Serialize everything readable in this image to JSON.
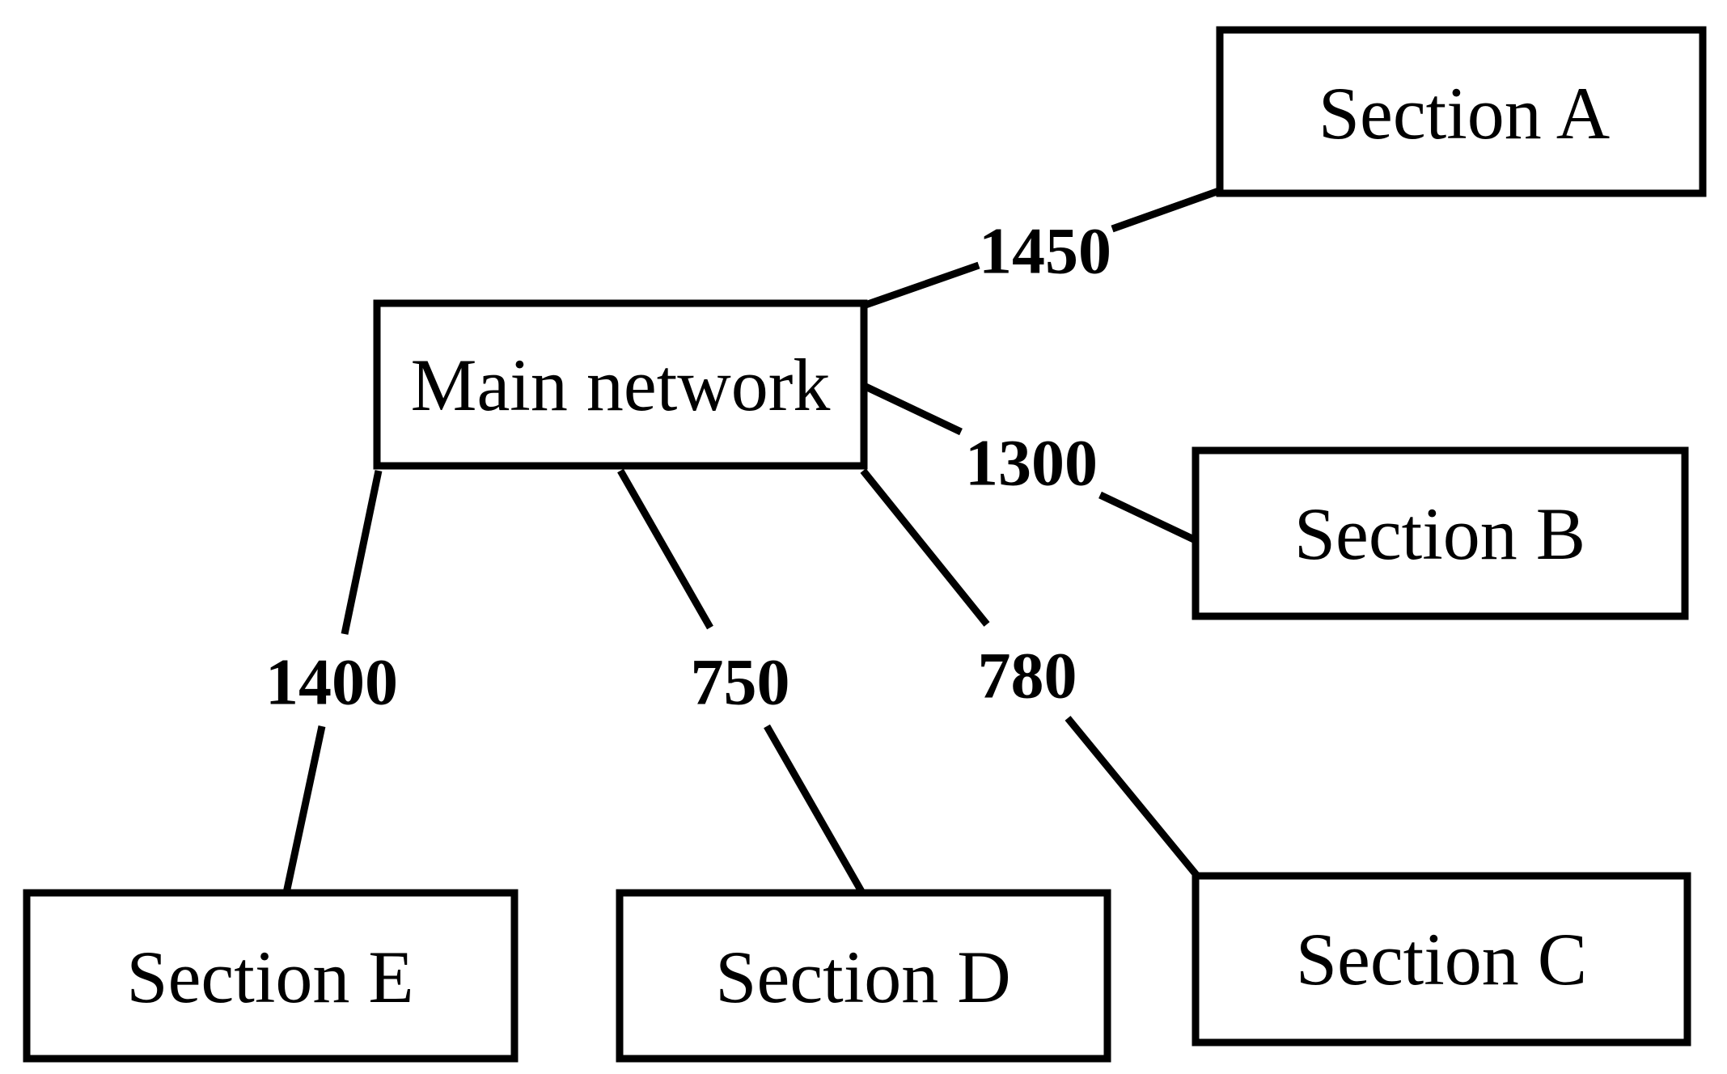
{
  "diagram": {
    "nodes": {
      "main": {
        "label": "Main network"
      },
      "a": {
        "label": "Section A"
      },
      "b": {
        "label": "Section B"
      },
      "c": {
        "label": "Section C"
      },
      "d": {
        "label": "Section D"
      },
      "e": {
        "label": "Section E"
      }
    },
    "edges": [
      {
        "from": "main",
        "to": "a",
        "label": "1450"
      },
      {
        "from": "main",
        "to": "b",
        "label": "1300"
      },
      {
        "from": "main",
        "to": "c",
        "label": "780"
      },
      {
        "from": "main",
        "to": "d",
        "label": "750"
      },
      {
        "from": "main",
        "to": "e",
        "label": "1400"
      }
    ],
    "colors": {
      "stroke": "#000000",
      "background": "#ffffff"
    }
  }
}
